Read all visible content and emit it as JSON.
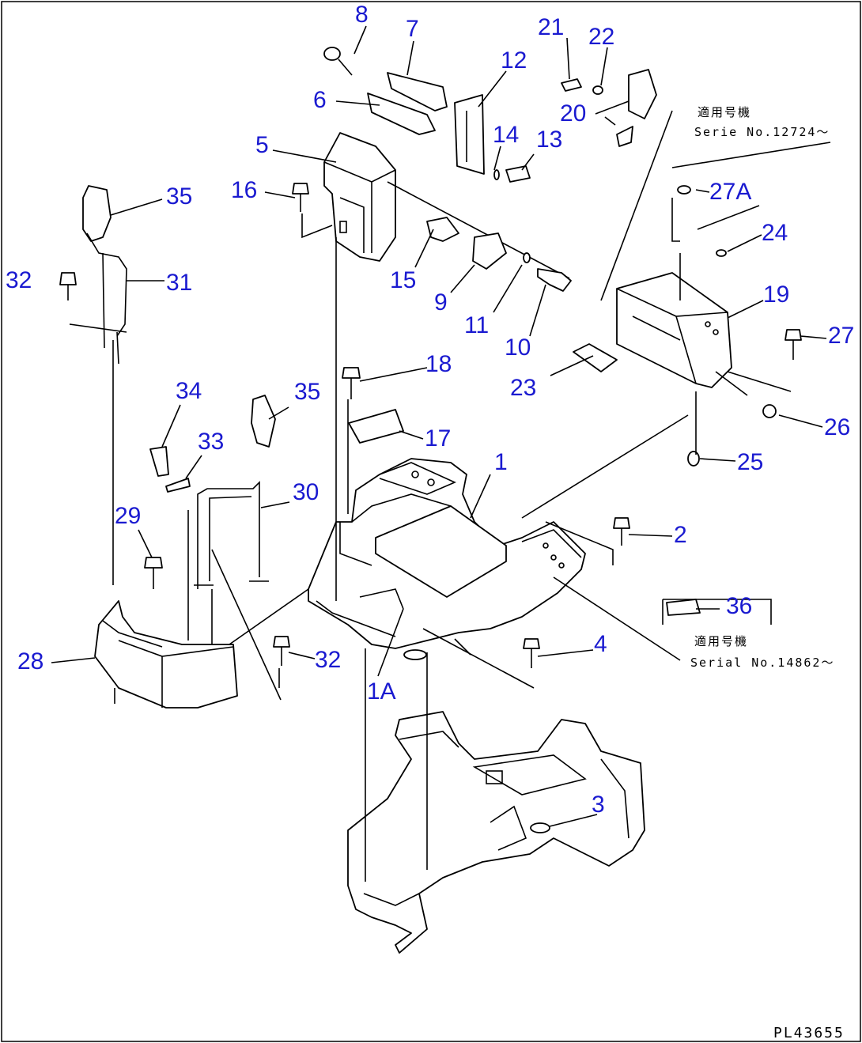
{
  "diagram": {
    "drawing_code": "PL43655",
    "serial_notes": [
      {
        "line1": "適用号機",
        "line2": "Serie  No.12724～"
      },
      {
        "line1": "適用号機",
        "line2": "Serial No.14862～"
      }
    ],
    "part_numbers": [
      "8",
      "7",
      "21",
      "22",
      "12",
      "6",
      "20",
      "14",
      "13",
      "5",
      "16",
      "35",
      "27A",
      "24",
      "32",
      "31",
      "15",
      "9",
      "11",
      "10",
      "19",
      "27",
      "18",
      "23",
      "34",
      "35",
      "33",
      "17",
      "26",
      "1",
      "25",
      "30",
      "29",
      "2",
      "36",
      "4",
      "28",
      "32",
      "1A",
      "3"
    ]
  }
}
